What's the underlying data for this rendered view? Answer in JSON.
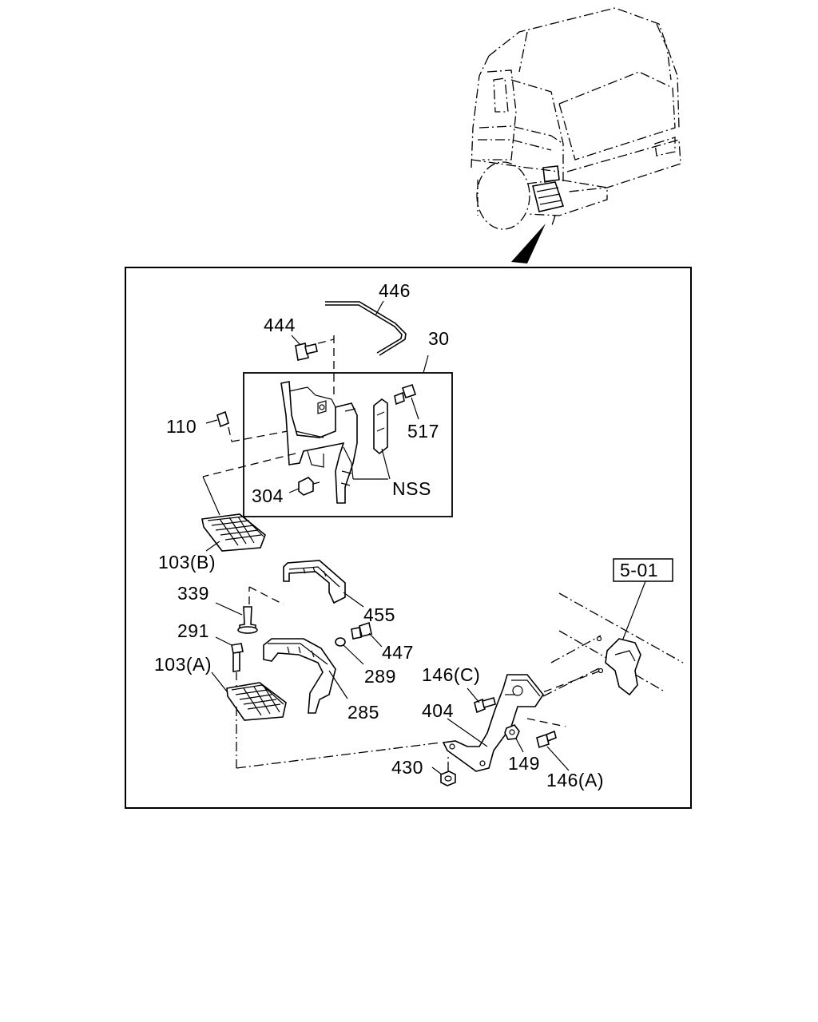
{
  "callouts": {
    "c446": "446",
    "c444": "444",
    "c30": "30",
    "c110": "110",
    "c517": "517",
    "c304": "304",
    "cNSS": "NSS",
    "c103B": "103(B)",
    "c339": "339",
    "c455": "455",
    "c291": "291",
    "c447": "447",
    "c103A": "103(A)",
    "c289": "289",
    "c285": "285",
    "c501": "5-01",
    "c146C": "146(C)",
    "c404": "404",
    "c149": "149",
    "c430": "430",
    "c146A": "146(A)"
  }
}
